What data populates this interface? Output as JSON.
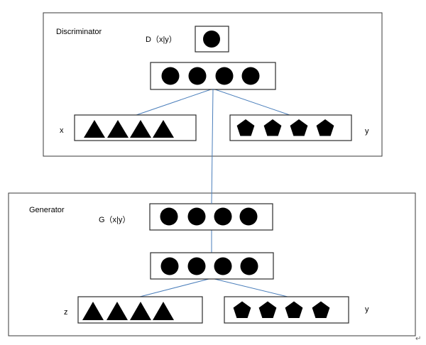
{
  "discriminator": {
    "title": "Discriminator",
    "output_label": "D（x|y）",
    "x_label": "x",
    "y_label": "y"
  },
  "generator": {
    "title": "Generator",
    "output_label": "G（x|y）",
    "z_label": "z",
    "y_label": "y"
  },
  "return_mark": "↵",
  "colors": {
    "connector": "#4a7ebb",
    "node": "#000000",
    "border": "#2b2b2b"
  },
  "node_shapes": {
    "hidden": "circle",
    "x_input": "triangle",
    "z_input": "triangle",
    "y_input": "pentagon"
  }
}
